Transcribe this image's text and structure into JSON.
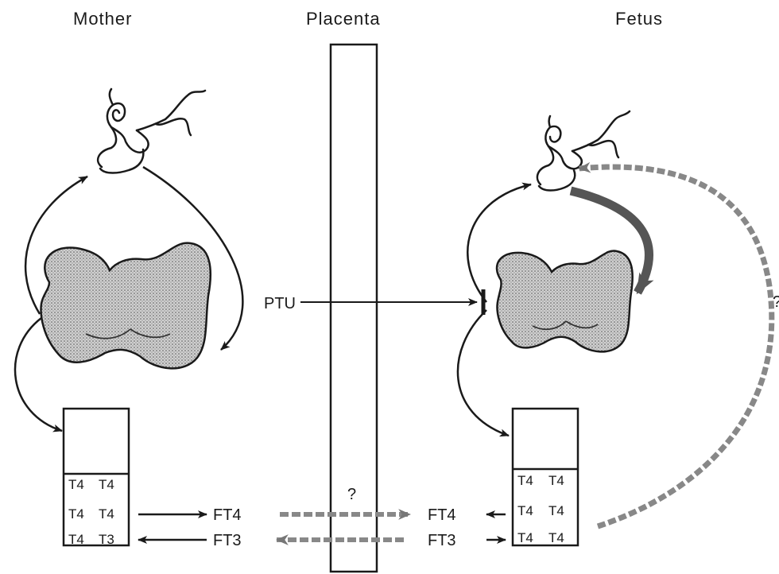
{
  "columns": {
    "mother": "Mother",
    "placenta": "Placenta",
    "fetus": "Fetus"
  },
  "drug": "PTU",
  "free_hormones": {
    "ft4": "FT4",
    "ft3": "FT3"
  },
  "unknown_marks": {
    "placental_transfer": "?",
    "fetal_feedback": "?"
  },
  "mother_pool": [
    [
      "T4",
      "T4"
    ],
    [
      "T4",
      "T4"
    ],
    [
      "T4",
      "T3"
    ]
  ],
  "fetus_pool": [
    [
      "T4",
      "T4"
    ],
    [
      "T4",
      "T4"
    ],
    [
      "T4",
      "T4"
    ]
  ],
  "colors": {
    "ink": "#1a1a1a",
    "gland_fill": "#bdbdbd",
    "dashed": "#8a8a8a",
    "placenta_fill": "#ffffff"
  },
  "icons": {
    "pituitary": "pituitary-gland-icon",
    "thyroid": "thyroid-gland-icon",
    "hormone_pool": "hormone-pool-box"
  }
}
